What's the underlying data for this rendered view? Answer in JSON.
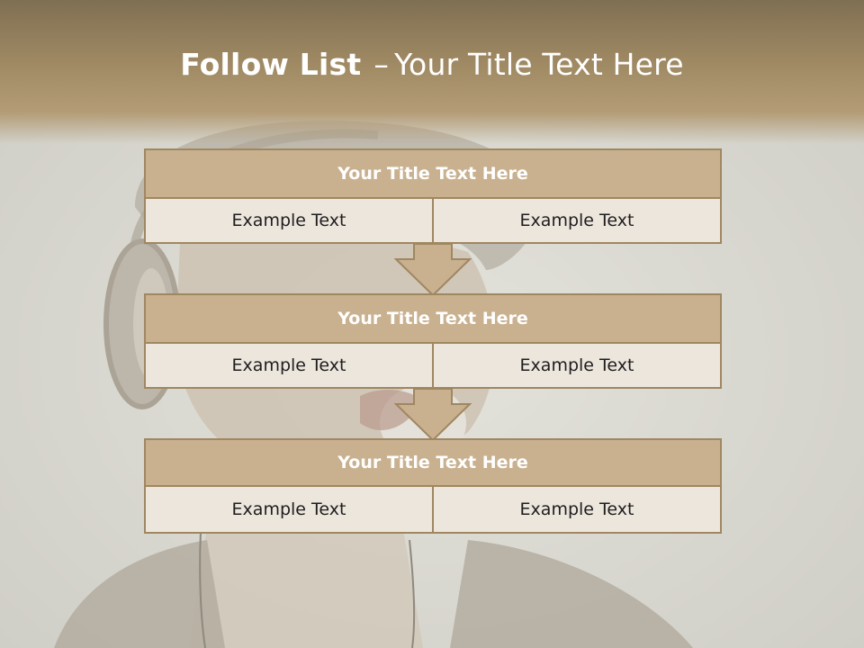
{
  "title": {
    "bold": "Follow List",
    "separator": "–",
    "rest": "Your Title Text Here"
  },
  "blocks": [
    {
      "title": "Your Title Text Here",
      "cells": [
        "Example Text",
        "Example Text"
      ]
    },
    {
      "title": "Your Title Text Here",
      "cells": [
        "Example Text",
        "Example Text"
      ]
    },
    {
      "title": "Your Title Text Here",
      "cells": [
        "Example Text",
        "Example Text"
      ]
    }
  ],
  "colors": {
    "header": "#a08a64",
    "box_title": "#c9b190",
    "box_cell": "#ece6dd",
    "border": "#9f8761"
  }
}
